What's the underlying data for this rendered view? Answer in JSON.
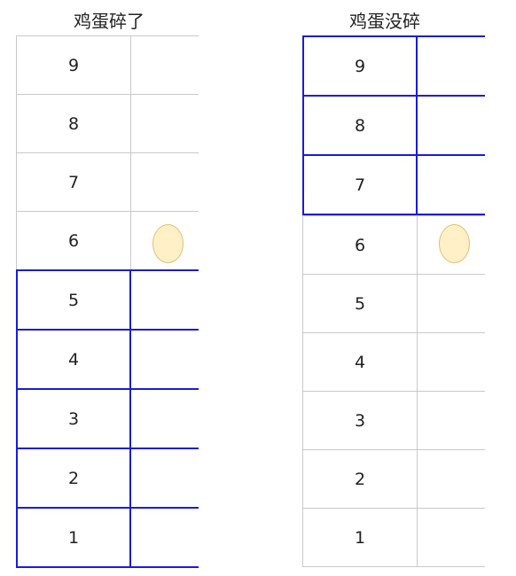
{
  "left_panel": {
    "title": "鸡蛋碎了",
    "floors": [
      "9",
      "8",
      "7",
      "6",
      "5",
      "4",
      "3",
      "2",
      "1"
    ],
    "highlighted_floors": [
      "5",
      "4",
      "3",
      "2",
      "1"
    ],
    "egg_floor": "6"
  },
  "right_panel": {
    "title": "鸡蛋没碎",
    "floors": [
      "9",
      "8",
      "7",
      "6",
      "5",
      "4",
      "3",
      "2",
      "1"
    ],
    "highlighted_floors": [
      "9",
      "8",
      "7"
    ],
    "egg_floor": "6"
  },
  "colors": {
    "highlight": "#1a1ae0",
    "grid": "#c9c9c9",
    "egg_fill": "#fff0c8",
    "egg_stroke": "#e0c070"
  }
}
